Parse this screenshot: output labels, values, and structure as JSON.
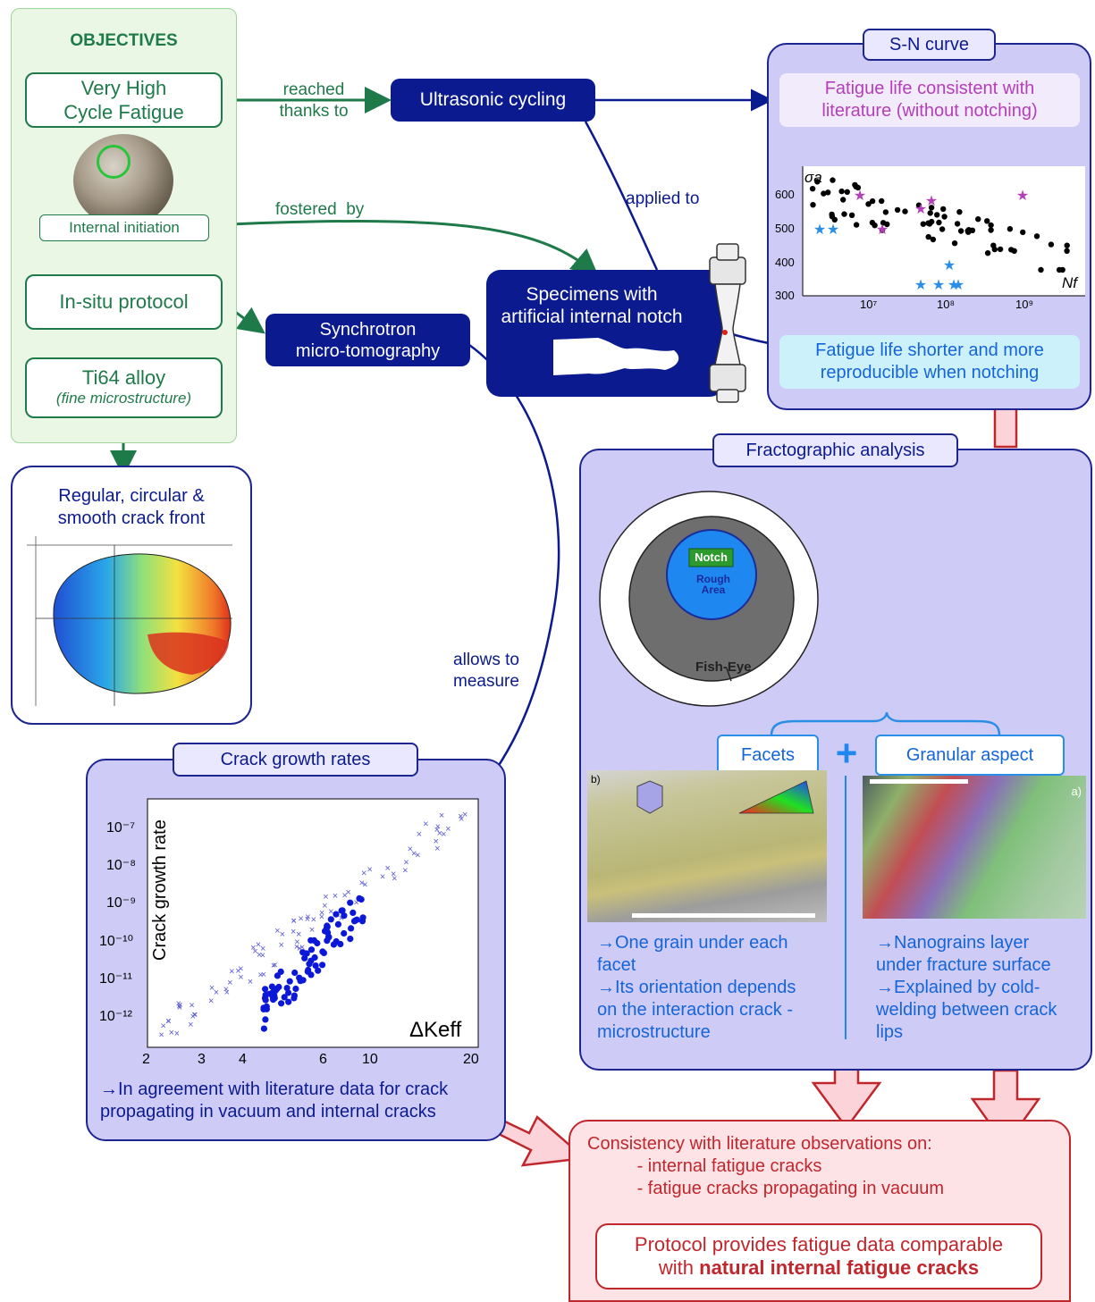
{
  "objectives": {
    "title": "OBJECTIVES",
    "vhcf": "Very High\nCycle Fatigue",
    "internal_initiation": "Internal initiation",
    "insitu": "In-situ protocol",
    "alloy": "Ti64 alloy",
    "alloy_sub": "(fine microstructure)"
  },
  "crack_front": {
    "title": "Regular, circular &\nsmooth crack front"
  },
  "center": {
    "reached_thanks_to": "reached\nthanks to",
    "ultrasonic": "Ultrasonic cycling",
    "applied_to": "applied to",
    "fostered_by": "fostered  by",
    "specimens": "Specimens with\nartificial internal notch",
    "synchrotron": "Synchrotron\nmicro-tomography",
    "allows_to_measure": "allows to\nmeasure"
  },
  "sn_curve": {
    "tag": "S-N curve",
    "top_note": "Fatigue life consistent with\nliterature (without notching)",
    "bottom_note": "Fatigue life shorter and more\nreproducible when notching",
    "ylabel": "σa",
    "xlabel": "Nf",
    "yticks": [
      "600",
      "500",
      "400",
      "300"
    ],
    "xticks": [
      "10⁷",
      "10⁸",
      "10⁹"
    ]
  },
  "fracto": {
    "tag": "Fractographic analysis",
    "notch": "Notch",
    "rough_area": "Rough\nArea",
    "fish_eye": "Fish-Eye",
    "facets": "Facets",
    "plus": "+",
    "granular": "Granular aspect",
    "img_b_label": "b)",
    "img_a_label": "a)",
    "facets_text": "→One grain under each\nfacet\n→Its orientation depends\non the interaction crack -\nmicrostructure",
    "granular_text": "→Nanograins layer\nunder fracture surface\n→Explained by cold-\nwelding between crack\nlips"
  },
  "crack_growth": {
    "tag": "Crack growth rates",
    "ylabel": "Crack growth rate",
    "xlabel": "ΔKeff",
    "yticks": [
      "10⁻⁷",
      "10⁻⁸",
      "10⁻⁹",
      "10⁻¹⁰",
      "10⁻¹¹",
      "10⁻¹²"
    ],
    "xticks": [
      "2",
      "3",
      "4",
      "6",
      "10",
      "20"
    ],
    "note": "→In agreement with literature data for crack\npropagating in vacuum and internal cracks"
  },
  "conclusion": {
    "text": "Consistency with literature observations on:\n          - internal fatigue cracks\n          - fatigue cracks propagating in vacuum",
    "final_line1": "Protocol provides fatigue data comparable",
    "final_line2_plain": "with ",
    "final_line2_bold": "natural internal fatigue cracks"
  },
  "colors": {
    "green": "#1f7a4a",
    "navy": "#0b1a8f",
    "panel": "#cfcbf7",
    "blue": "#1565d8",
    "red": "#c0272d",
    "magenta": "#b43fb8"
  }
}
